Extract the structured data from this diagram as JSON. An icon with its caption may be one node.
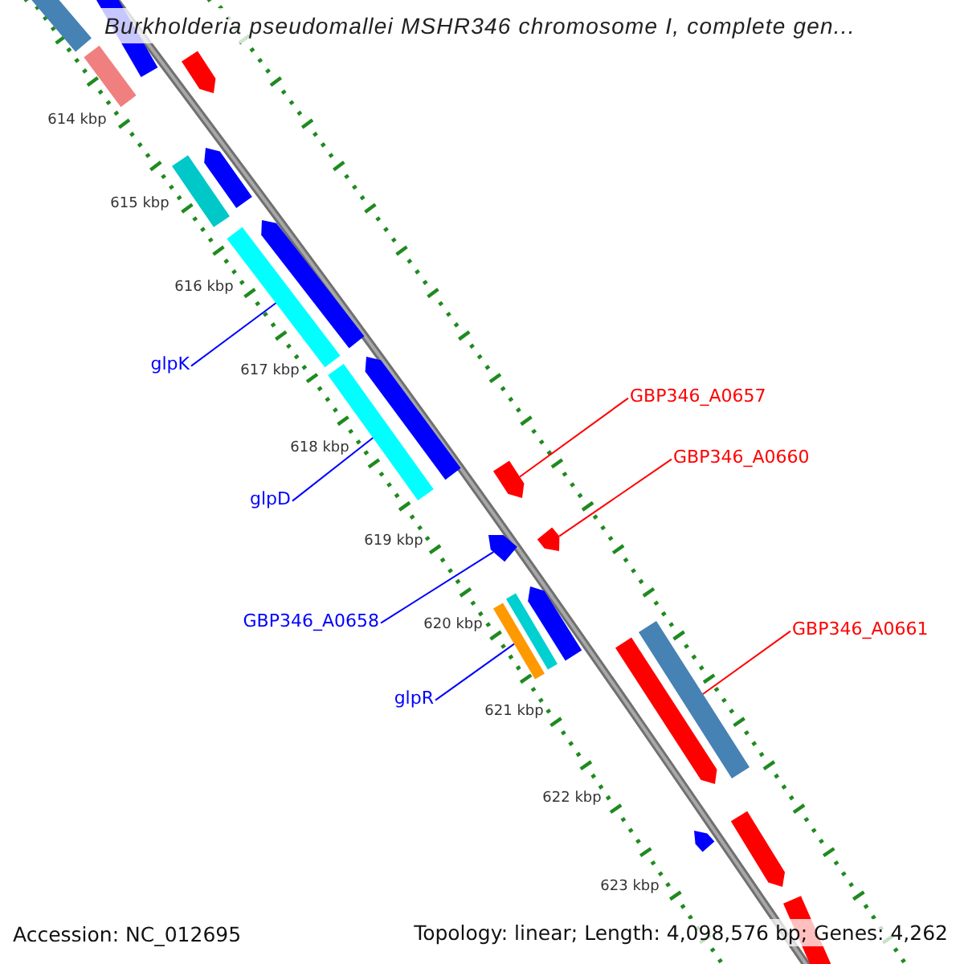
{
  "diagram": {
    "title": "Burkholderia pseudomallei MSHR346 chromosome I, complete gen...",
    "nodes": [
      {
        "text": [
          "glpK"
        ]
      },
      {
        "text": [
          "GBP346_A0657"
        ]
      },
      {
        "text": [
          "GBP346_A0660"
        ]
      },
      {
        "text": [
          "glpD"
        ]
      },
      {
        "text": [
          "GBP346_A0658"
        ]
      },
      {
        "text": [
          "GBP346_A0661"
        ]
      },
      {
        "text": [
          "glpR"
        ]
      },
      {
        "text": [],
        "shape": "bar"
      },
      {
        "text": [],
        "shape": "pentagon"
      },
      {
        "text": [],
        "shape": "pentagon"
      },
      {
        "text": [],
        "shape": "bar"
      },
      {
        "text": [],
        "shape": "pentagon"
      },
      {
        "text": [],
        "shape": "bar"
      },
      {
        "text": [],
        "shape": "pentagon"
      },
      {
        "text": [],
        "shape": "bar"
      },
      {
        "text": [],
        "shape": "pentagon"
      },
      {
        "text": [],
        "shape": "bar"
      },
      {
        "text": [],
        "shape": "pentagon"
      },
      {
        "text": [],
        "shape": "pentagon"
      },
      {
        "text": [],
        "shape": "pentagon"
      },
      {
        "text": [],
        "shape": "pentagon"
      },
      {
        "text": [],
        "shape": "bar"
      },
      {
        "text": [],
        "shape": "bar"
      },
      {
        "text": [],
        "shape": "bar"
      },
      {
        "text": [],
        "shape": "pentagon"
      },
      {
        "text": [],
        "shape": "pentagon"
      },
      {
        "text": [],
        "shape": "pentagon"
      },
      {
        "text": [],
        "shape": "pentagon"
      }
    ],
    "edges": [
      {
        "from": 0,
        "to": 14,
        "arrow": "none"
      },
      {
        "from": 1,
        "to": 17,
        "arrow": "none",
        "color": "#ff0000"
      },
      {
        "from": 2,
        "to": 18,
        "arrow": "none",
        "color": "#ff0000"
      },
      {
        "from": 3,
        "to": 16,
        "arrow": "none"
      },
      {
        "from": 4,
        "to": 19,
        "arrow": "none"
      },
      {
        "from": 5,
        "to": 23,
        "arrow": "none",
        "color": "#ff0000"
      },
      {
        "from": 6,
        "to": 22,
        "arrow": "none"
      }
    ],
    "labels": [
      "614 kbp",
      "615 kbp",
      "616 kbp",
      "617 kbp",
      "618 kbp",
      "619 kbp",
      "620 kbp",
      "621 kbp",
      "622 kbp",
      "623 kbp",
      "Accession: NC_012695",
      "Topology: linear; Length: 4,098,576 bp; Genes: 4,262"
    ]
  }
}
